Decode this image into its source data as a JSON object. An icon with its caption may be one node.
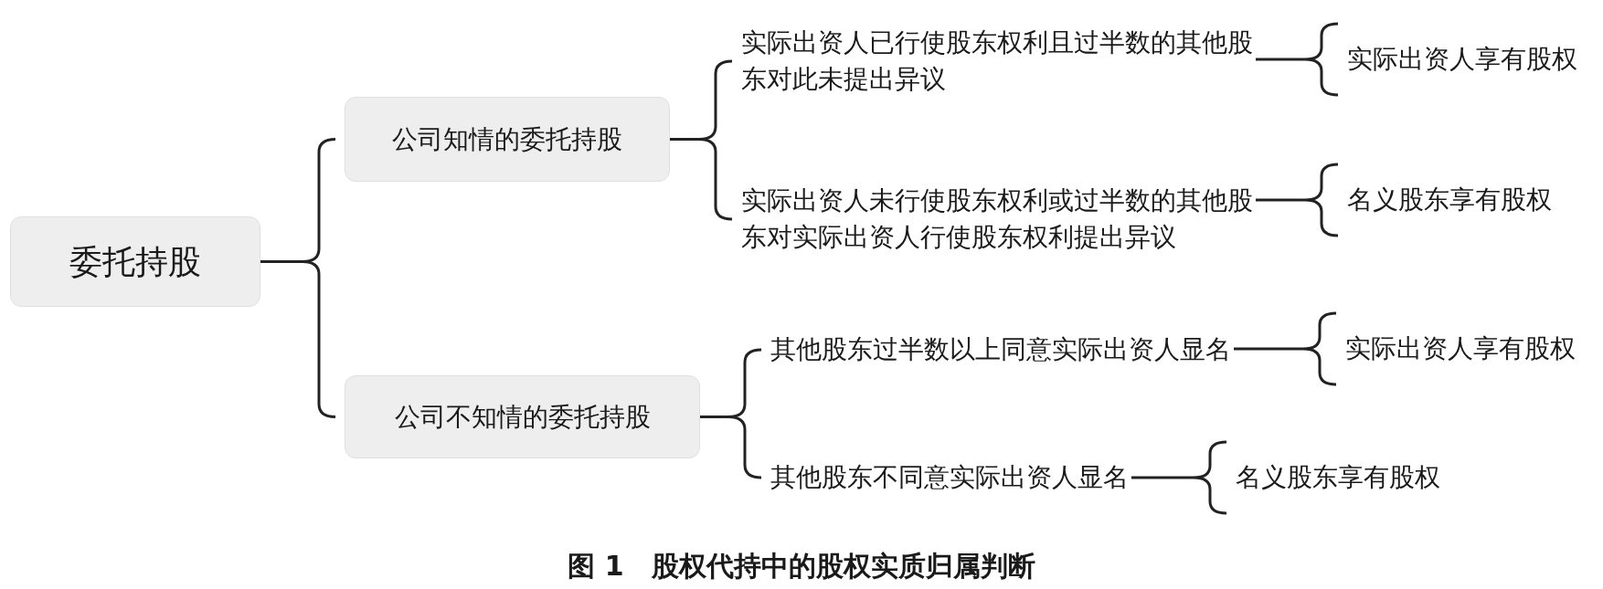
{
  "diagram": {
    "caption": "图 1　股权代持中的股权实质归属判断",
    "nodes": [
      {
        "text": [
          "委托持股"
        ]
      },
      {
        "text": [
          "公司知情的委托持股"
        ]
      },
      {
        "text": [
          "公司不知情的委托持股"
        ]
      },
      {
        "text": [
          "实际出资人已行使股东权利且过半数的其他股东对此未提出异议"
        ]
      },
      {
        "text": [
          "实际出资人未行使股东权利或过半数的其他股东对实际出资人行使股东权利提出异议"
        ]
      },
      {
        "text": [
          "其他股东过半数以上同意实际出资人显名"
        ]
      },
      {
        "text": [
          "其他股东不同意实际出资人显名"
        ]
      },
      {
        "text": [
          "实际出资人享有股权"
        ]
      },
      {
        "text": [
          "名义股东享有股权"
        ]
      },
      {
        "text": [
          "实际出资人享有股权"
        ]
      },
      {
        "text": [
          "名义股东享有股权"
        ]
      }
    ],
    "edges": [
      {
        "from": 0,
        "to": 1,
        "arrow": "none"
      },
      {
        "from": 0,
        "to": 2,
        "arrow": "none"
      },
      {
        "from": 1,
        "to": 3,
        "arrow": "none"
      },
      {
        "from": 1,
        "to": 4,
        "arrow": "none"
      },
      {
        "from": 2,
        "to": 5,
        "arrow": "none"
      },
      {
        "from": 2,
        "to": 6,
        "arrow": "none"
      },
      {
        "from": 3,
        "to": 7,
        "arrow": "none"
      },
      {
        "from": 4,
        "to": 8,
        "arrow": "none"
      },
      {
        "from": 5,
        "to": 9,
        "arrow": "none"
      },
      {
        "from": 6,
        "to": 10,
        "arrow": "none"
      }
    ]
  }
}
